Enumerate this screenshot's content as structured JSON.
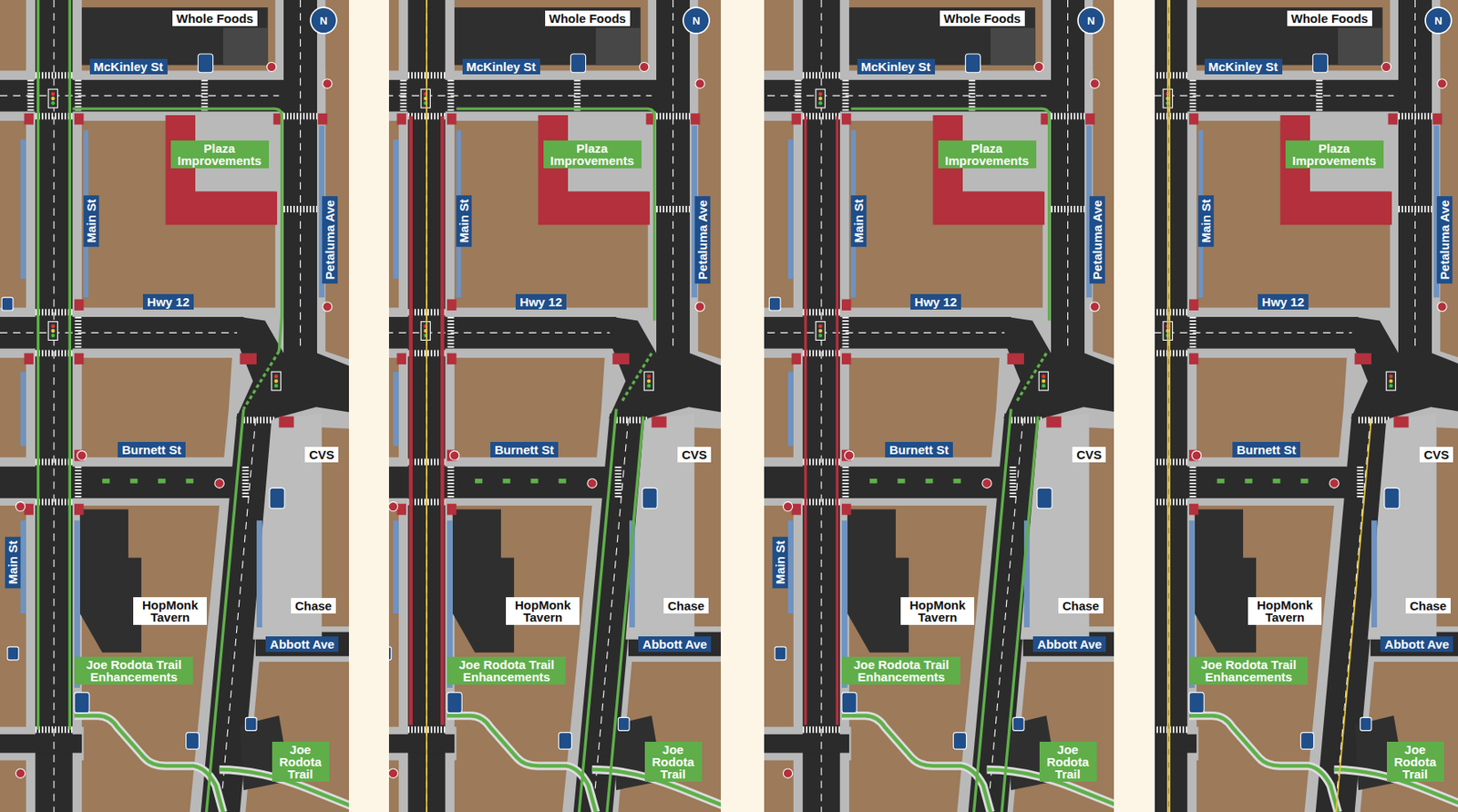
{
  "diagram": {
    "nodes": [
      {
        "text": [
          "Whole Foods"
        ]
      },
      {
        "text": [
          "McKinley St"
        ]
      },
      {
        "text": [
          "Plaza Improvements"
        ]
      },
      {
        "text": [
          "Main St"
        ]
      },
      {
        "text": [
          "Petaluma Ave"
        ]
      },
      {
        "text": [
          "Hwy 12"
        ]
      },
      {
        "text": [
          "Burnett St"
        ]
      },
      {
        "text": [
          "CVS"
        ]
      },
      {
        "text": [
          "Main St"
        ]
      },
      {
        "text": [
          "HopMonk Tavern"
        ]
      },
      {
        "text": [
          "Chase"
        ]
      },
      {
        "text": [
          "Abbott Ave"
        ]
      },
      {
        "text": [
          "Joe Rodota Trail Enhancements"
        ]
      },
      {
        "text": [
          "Joe Rodota Trail"
        ]
      },
      {
        "text": [
          "Whole Foods"
        ]
      },
      {
        "text": [
          "McKinley St"
        ]
      },
      {
        "text": [
          "Plaza Improvements"
        ]
      },
      {
        "text": [
          "Main St"
        ]
      },
      {
        "text": [
          "Petaluma Ave"
        ]
      },
      {
        "text": [
          "Hwy 12"
        ]
      },
      {
        "text": [
          "Burnett St"
        ]
      },
      {
        "text": [
          "CVS"
        ]
      },
      {
        "text": [
          "HopMonk Tavern"
        ]
      },
      {
        "text": [
          "Chase"
        ]
      },
      {
        "text": [
          "Abbott Ave"
        ]
      },
      {
        "text": [
          "Joe Rodota Trail Enhancements"
        ]
      },
      {
        "text": [
          "Joe Rodota Trail"
        ]
      },
      {
        "text": [
          "Whole Foods"
        ]
      },
      {
        "text": [
          "McKinley St"
        ]
      },
      {
        "text": [
          "Plaza Improvements"
        ]
      },
      {
        "text": [
          "Main St"
        ]
      },
      {
        "text": [
          "Petaluma Ave"
        ]
      },
      {
        "text": [
          "Hwy 12"
        ]
      },
      {
        "text": [
          "Burnett St"
        ]
      },
      {
        "text": [
          "CVS"
        ]
      },
      {
        "text": [
          "Main St"
        ]
      },
      {
        "text": [
          "HopMonk Tavern"
        ]
      },
      {
        "text": [
          "Chase"
        ]
      },
      {
        "text": [
          "Abbott Ave"
        ]
      },
      {
        "text": [
          "Joe Rodota Trail Enhancements"
        ]
      },
      {
        "text": [
          "Joe Rodota Trail"
        ]
      },
      {
        "text": [
          "Whole Foods"
        ]
      },
      {
        "text": [
          "McKinley St"
        ]
      },
      {
        "text": [
          "Plaza Improvements"
        ]
      },
      {
        "text": [
          "Main St"
        ]
      },
      {
        "text": [
          "Petaluma Ave"
        ]
      },
      {
        "text": [
          "Hwy 12"
        ]
      },
      {
        "text": [
          "Burnett St"
        ]
      },
      {
        "text": [
          "CVS"
        ]
      },
      {
        "text": [
          "HopMonk Tavern"
        ]
      },
      {
        "text": [
          "Chase"
        ]
      },
      {
        "text": [
          "Abbott Ave"
        ]
      },
      {
        "text": [
          "Joe Rodota Trail Enhancements"
        ]
      },
      {
        "text": [
          "Joe Rodota Trail"
        ]
      }
    ],
    "labels": [
      "N",
      "N",
      "N",
      "N"
    ]
  }
}
